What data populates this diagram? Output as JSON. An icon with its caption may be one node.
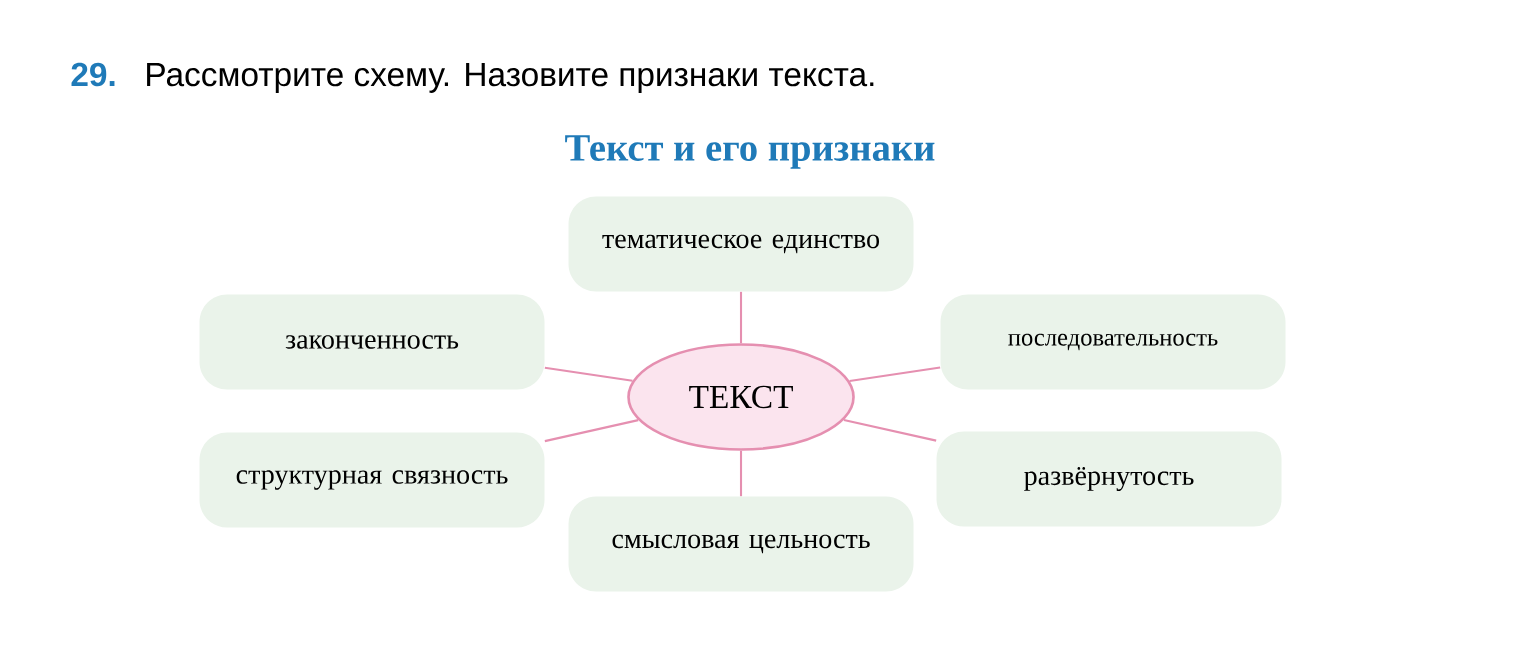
{
  "diagram": {
    "title": "Текст и его признаки",
    "nodes": [
      {
        "text": [
          "ТЕКСТ"
        ]
      },
      {
        "text": [
          "тематическое единство"
        ]
      },
      {
        "text": [
          "законченность"
        ]
      },
      {
        "text": [
          "последовательность"
        ]
      },
      {
        "text": [
          "структурная связность"
        ]
      },
      {
        "text": [
          "развёрнутость"
        ]
      },
      {
        "text": [
          "смысловая цельность"
        ]
      }
    ],
    "edges": [
      {
        "from": 0,
        "to": 1,
        "arrow": "none"
      },
      {
        "from": 0,
        "to": 2,
        "arrow": "none"
      },
      {
        "from": 0,
        "to": 3,
        "arrow": "none"
      },
      {
        "from": 0,
        "to": 4,
        "arrow": "none"
      },
      {
        "from": 0,
        "to": 5,
        "arrow": "none"
      },
      {
        "from": 0,
        "to": 6,
        "arrow": "none"
      }
    ],
    "labels": [
      "29.",
      "Рассмотрите схему. Назовите признаки текста."
    ]
  }
}
